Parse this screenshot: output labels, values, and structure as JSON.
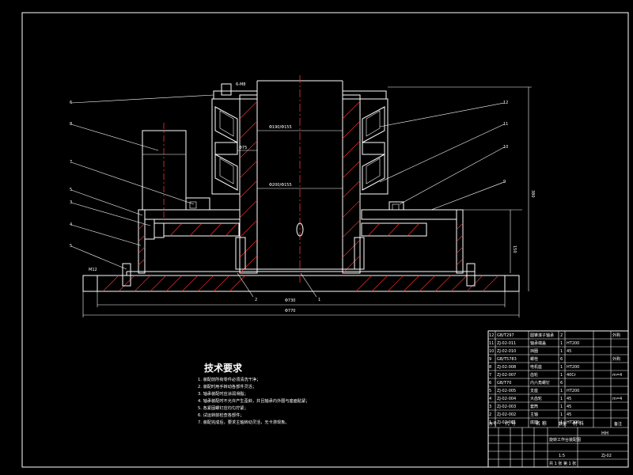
{
  "drawing": {
    "dimensions": {
      "width_lower": "Φ730",
      "width_base": "Φ770",
      "height_total": "380",
      "height_partial": "150",
      "bore_upper": "Φ190/Φ155",
      "bore_lower": "Φ200/Φ155",
      "top_note": "6-M8",
      "bearing_note": "Φ75",
      "bolt_note": "M12"
    },
    "callouts_left": [
      "6",
      "8",
      "7",
      "5",
      "3",
      "4",
      "5"
    ],
    "callouts_right": [
      "12",
      "11",
      "10",
      "9"
    ],
    "callouts_bottom": [
      "2",
      "1"
    ]
  },
  "tech_requirements": {
    "title": "技术要求",
    "items": [
      "1. 装配前所有零件必须清洗干净；",
      "2. 装配时用手转动各部件灵活；",
      "3. 轴承装配时应涂润滑脂；",
      "4. 轴承装配时不允许产生歪斜，并且轴承内外圈与座面贴紧；",
      "5. 各紧固螺钉应均匀拧紧；",
      "6. 试运转前检查各部件；",
      "7. 装配完成后，要求主轴转动灵活，无卡滞现象。"
    ]
  },
  "title_block": {
    "parts_rows": [
      [
        "12",
        "GB/T297",
        "圆锥滚子轴承",
        "2",
        "",
        "外购"
      ],
      [
        "11",
        "ZJ-02-011",
        "轴承端盖",
        "1",
        "HT200",
        ""
      ],
      [
        "10",
        "ZJ-02-010",
        "挡圈",
        "1",
        "45",
        ""
      ],
      [
        "9",
        "GB/T5783",
        "螺栓",
        "6",
        "",
        "外购"
      ],
      [
        "8",
        "ZJ-02-008",
        "电机座",
        "1",
        "HT200",
        ""
      ],
      [
        "7",
        "ZJ-02-007",
        "齿轮",
        "1",
        "40Cr",
        "m=4"
      ],
      [
        "6",
        "GB/T70",
        "内六角螺钉",
        "6",
        "",
        ""
      ],
      [
        "5",
        "ZJ-02-005",
        "支座",
        "1",
        "HT200",
        ""
      ],
      [
        "4",
        "ZJ-02-004",
        "大齿轮",
        "1",
        "45",
        "m=4"
      ],
      [
        "3",
        "ZJ-02-003",
        "套筒",
        "1",
        "45",
        ""
      ],
      [
        "2",
        "ZJ-02-002",
        "主轴",
        "1",
        "45",
        ""
      ],
      [
        "1",
        "ZJ-02-001",
        "底座",
        "1",
        "HT200",
        ""
      ]
    ],
    "header": {
      "col_no": "序号",
      "col_code": "代 号",
      "col_name": "名 称",
      "col_qty": "数量",
      "col_material": "材 料",
      "col_note": "备注"
    },
    "drawing_name": "旋转工作台装配图",
    "scale": "1:5",
    "drawing_no": "ZJ-02",
    "company": "HH",
    "sheet_info": "共 1 张  第 1 张"
  }
}
